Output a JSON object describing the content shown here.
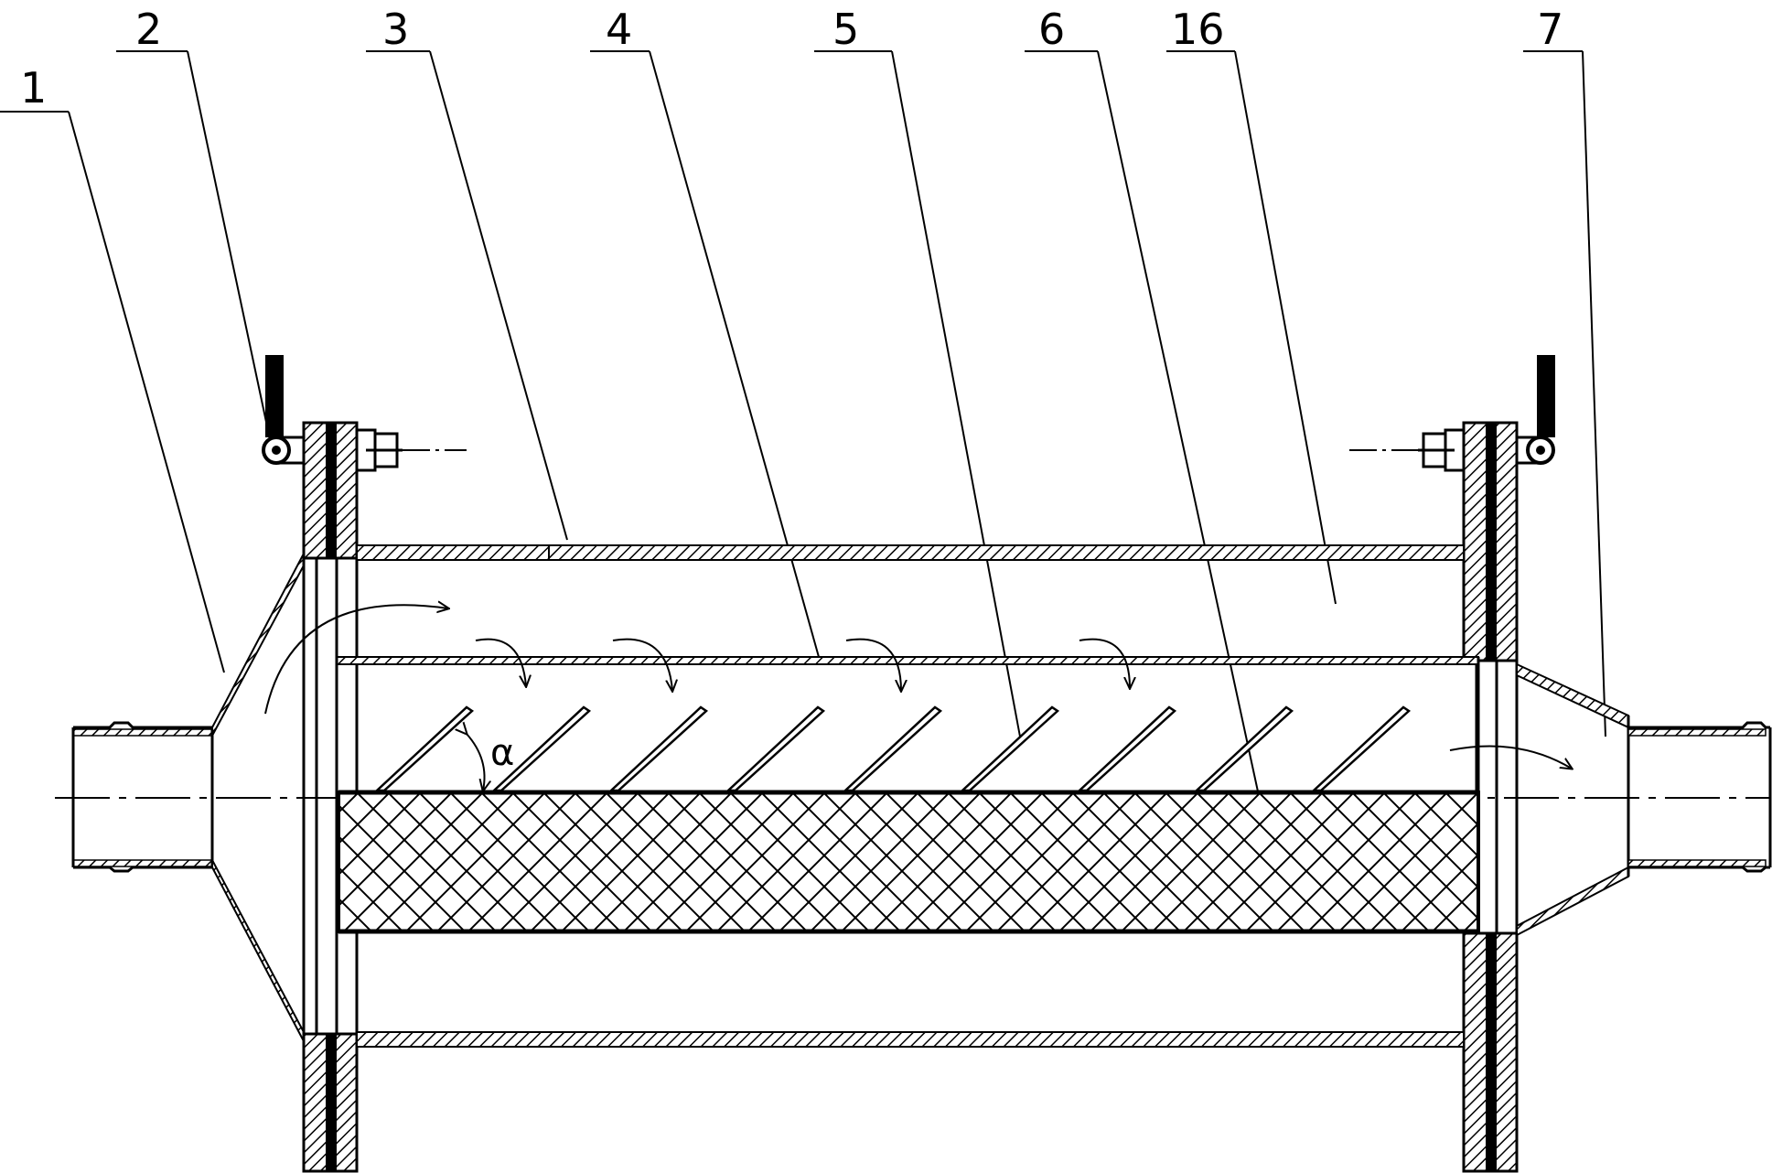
{
  "labels": {
    "l1": "1",
    "l2": "2",
    "l3": "3",
    "l4": "4",
    "l5": "5",
    "l6": "6",
    "l16": "16",
    "l7": "7",
    "angle": "α"
  },
  "colors": {
    "line": "#000000",
    "background": "#ffffff"
  }
}
